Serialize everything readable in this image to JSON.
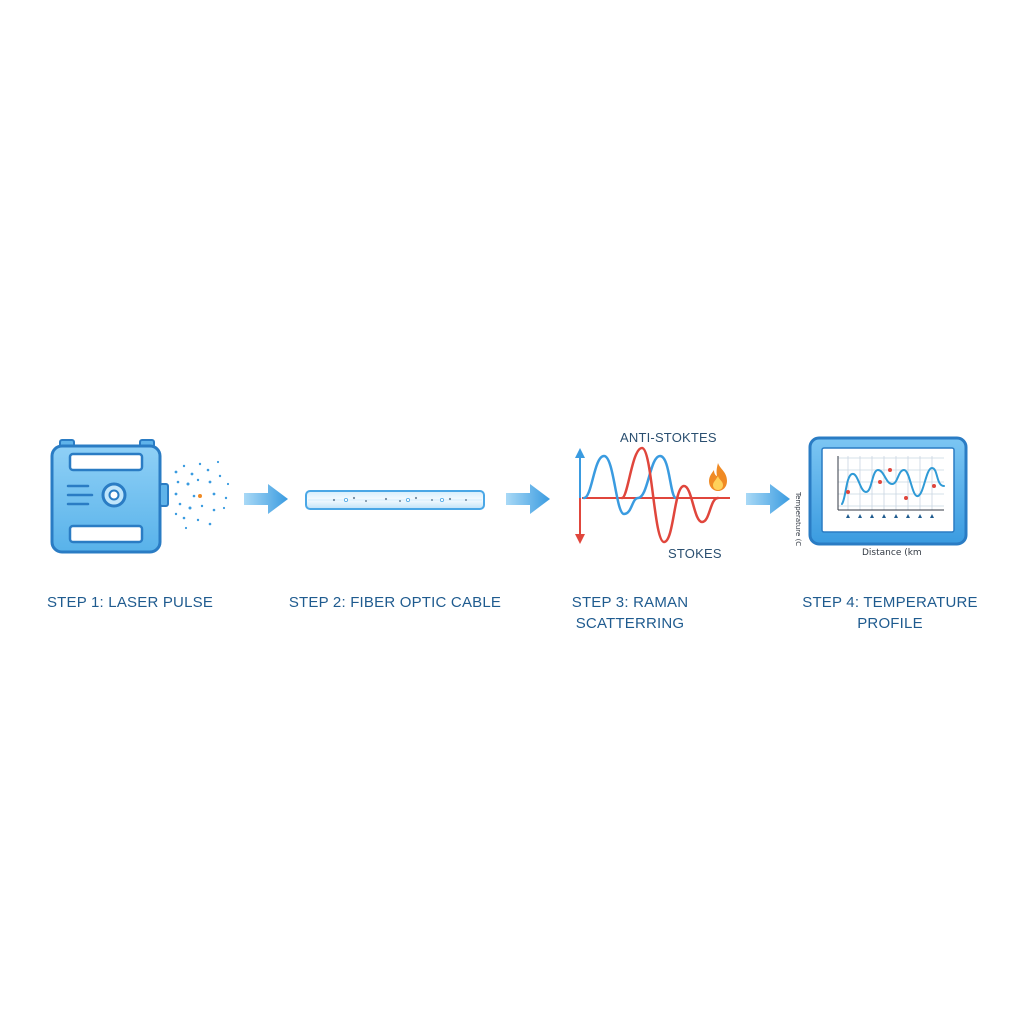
{
  "steps": [
    {
      "label_line1": "STEP 1: LASER PULSE",
      "label_line2": ""
    },
    {
      "label_line1": "STEP 2: FIBER OPTIC CABLE",
      "label_line2": ""
    },
    {
      "label_line1": "STEP 3: RAMAN",
      "label_line2": "SCATTERRING"
    },
    {
      "label_line1": "STEP 4: TEMPERATURE",
      "label_line2": "PROFILE"
    }
  ],
  "scattering": {
    "anti_stokes_label": "ANTI-STOKTES",
    "stokes_label": "STOKES"
  },
  "monitor": {
    "xlabel": "Distance (km",
    "ylabel": "Temperature (C"
  },
  "colors": {
    "primary_blue": "#3a9be0",
    "dark_blue": "#1f5b8f",
    "light_blue": "#bfe2f8",
    "stokes_red": "#e0463c",
    "flame_orange": "#f08a24"
  }
}
